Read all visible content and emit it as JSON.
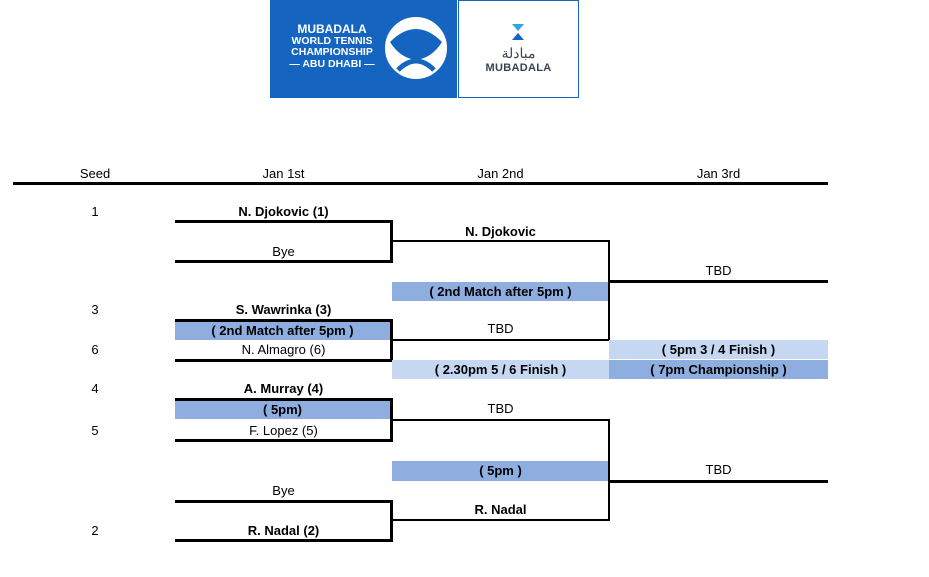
{
  "logo": {
    "event_lines": [
      "MUBADALA",
      "WORLD TENNIS",
      "CHAMPIONSHIP",
      "— ABU DHABI —"
    ],
    "sponsor_arabic": "مبادلة",
    "sponsor_name": "MUBADALA",
    "brand_blue": "#1565c0"
  },
  "headers": {
    "seed": "Seed",
    "day1": "Jan 1st",
    "day2": "Jan 2nd",
    "day3": "Jan 3rd"
  },
  "seeds": [
    "1",
    "3",
    "6",
    "4",
    "5",
    "2"
  ],
  "round1": {
    "p1": "N. Djokovic (1)",
    "bye1": "Bye",
    "p2": "S. Wawrinka (3)",
    "sched2": "( 2nd Match after 5pm )",
    "p3": "N. Almagro (6)",
    "p4": "A. Murray (4)",
    "sched4": "( 5pm)",
    "p5": "F. Lopez (5)",
    "bye2": "Bye",
    "p6": "R. Nadal (2)"
  },
  "round2": {
    "top": "N. Djokovic",
    "sched_top": "( 2nd Match after 5pm )",
    "mid1": "TBD",
    "sched_mid": "( 2.30pm  5 / 6 Finish )",
    "mid2": "TBD",
    "sched_bottom": "( 5pm )",
    "bottom": "R. Nadal"
  },
  "round3": {
    "top": "TBD",
    "sched_34": "( 5pm  3 / 4 Finish )",
    "sched_final": "( 7pm Championship )",
    "bottom": "TBD"
  },
  "colors": {
    "highlight_dark": "#8eaee0",
    "highlight_light": "#c6d8f1"
  }
}
